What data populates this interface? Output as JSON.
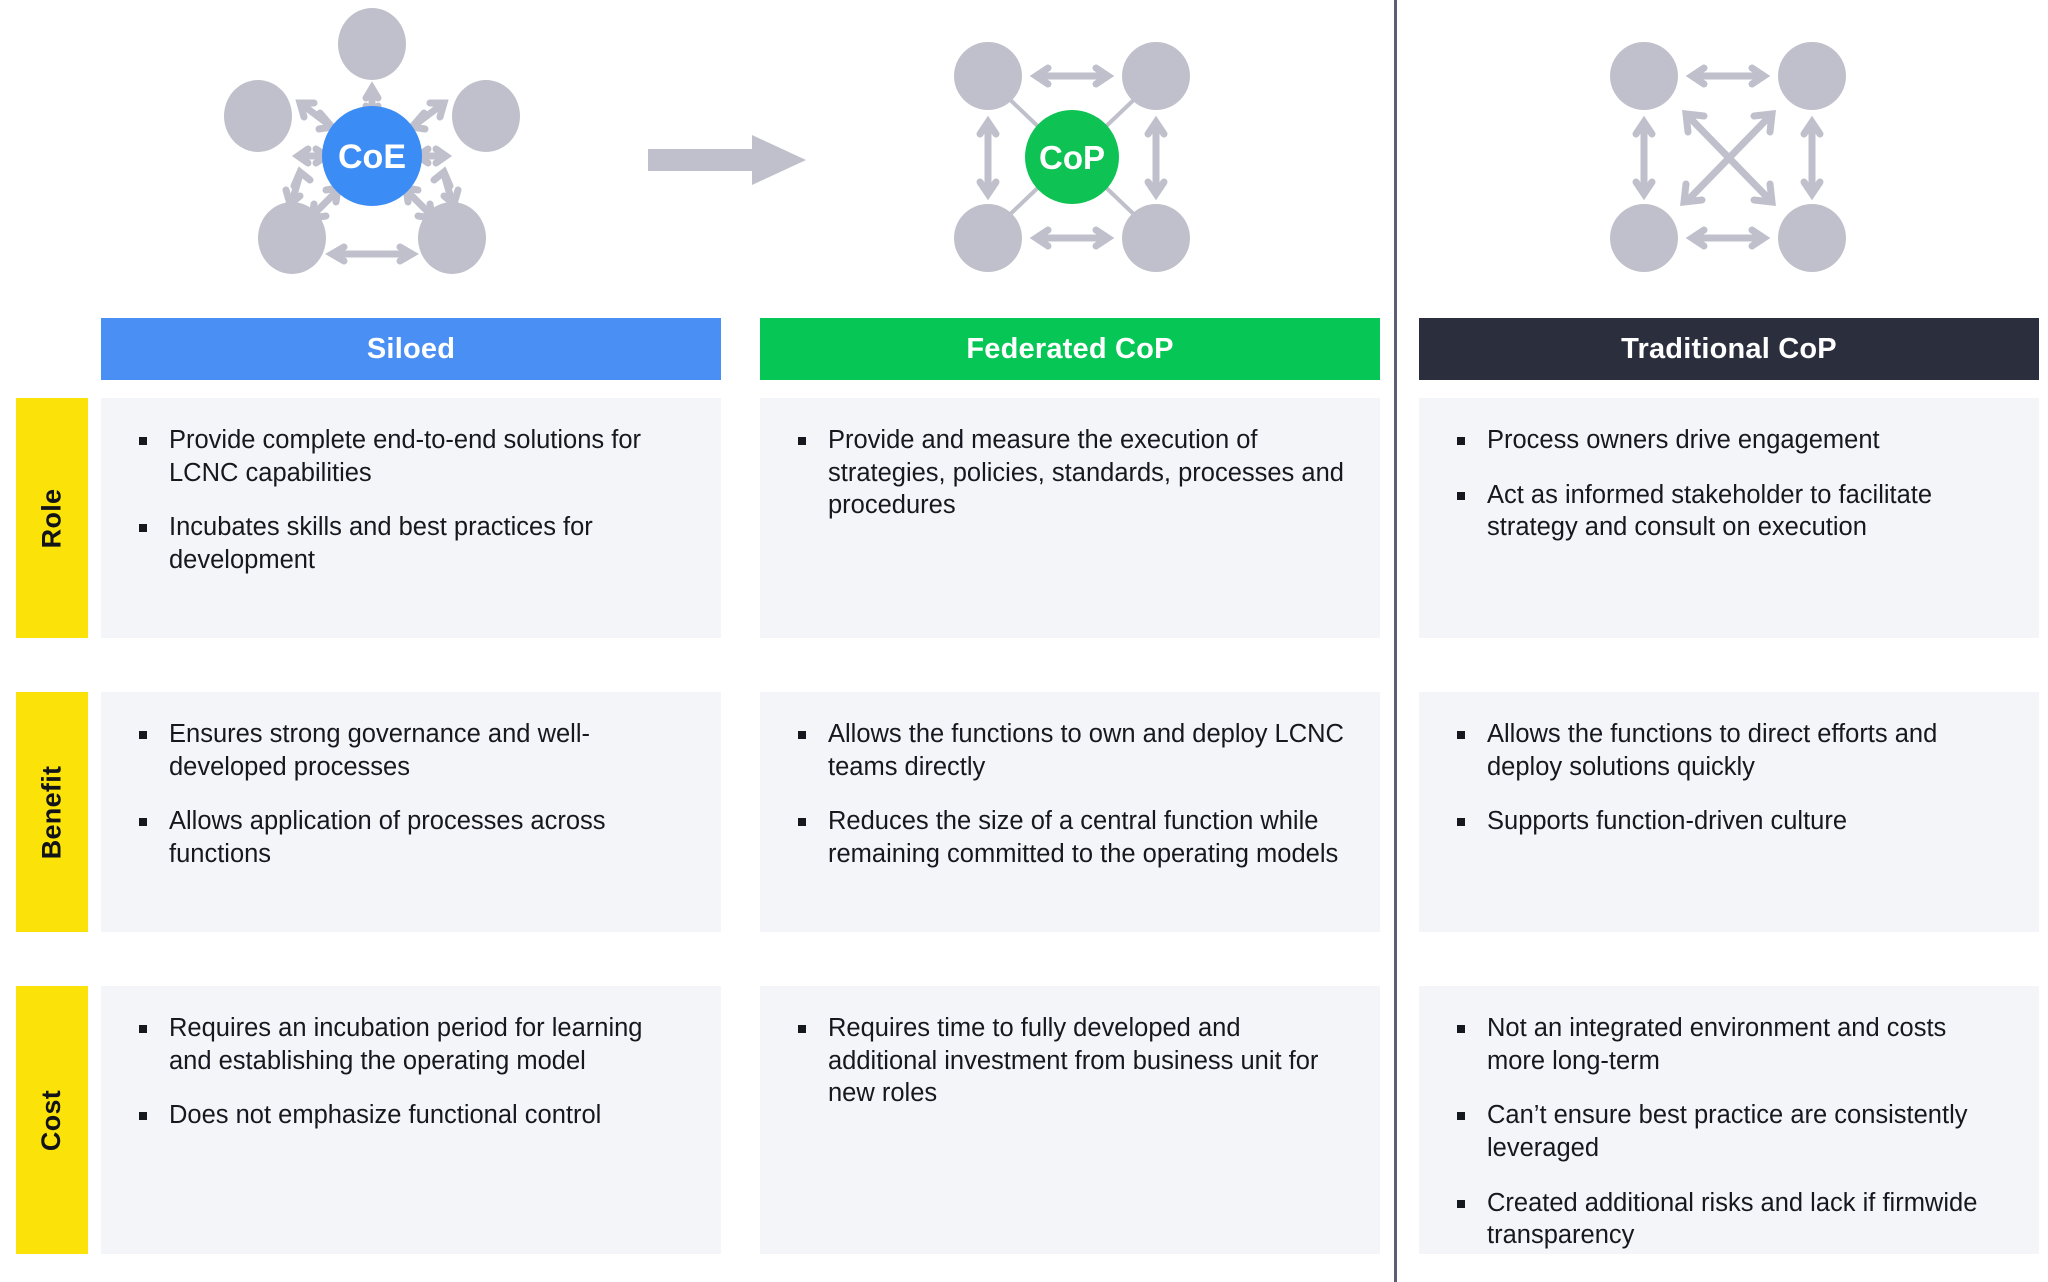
{
  "colors": {
    "siloed": "#4a90f4",
    "federated": "#06c755",
    "traditional": "#2b2e3d",
    "row_label": "#fbe309",
    "cell_bg": "#f4f5f9",
    "node": "#bfc0cb",
    "divider": "#5b5f73"
  },
  "diagrams": {
    "left": {
      "center_label": "CoE",
      "center_color": "#3b8cf5",
      "node_count": 5,
      "name": "coe-hub-spoke-diagram"
    },
    "transition_arrow": {
      "name": "transition-arrow",
      "color": "#bfc0cb"
    },
    "middle": {
      "center_label": "CoP",
      "center_color": "#0ec254",
      "node_count": 4,
      "name": "cop-federated-diagram"
    },
    "right": {
      "center_label": "",
      "node_count": 4,
      "name": "cop-traditional-mesh-diagram"
    }
  },
  "columns": [
    {
      "id": "siloed",
      "header": "Siloed"
    },
    {
      "id": "federated",
      "header": "Federated CoP"
    },
    {
      "id": "traditional",
      "header": "Traditional CoP"
    }
  ],
  "rows": [
    {
      "id": "role",
      "label": "Role"
    },
    {
      "id": "benefit",
      "label": "Benefit"
    },
    {
      "id": "cost",
      "label": "Cost"
    }
  ],
  "cells": {
    "role": {
      "siloed": [
        "Provide complete end-to-end solutions for LCNC capabilities",
        "Incubates skills and best practices for development"
      ],
      "federated": [
        "Provide and measure the execution of strategies, policies, standards, processes and procedures"
      ],
      "traditional": [
        "Process owners drive engagement",
        "Act as informed stakeholder to facilitate strategy and consult on execution"
      ]
    },
    "benefit": {
      "siloed": [
        "Ensures strong governance and well-developed processes",
        "Allows application of processes across functions"
      ],
      "federated": [
        "Allows the functions to own and deploy LCNC teams directly",
        "Reduces the size of a central function while remaining committed to the operating models"
      ],
      "traditional": [
        "Allows the functions to direct efforts and deploy solutions quickly",
        "Supports function-driven culture"
      ]
    },
    "cost": {
      "siloed": [
        "Requires an incubation period for learning and establishing the operating model",
        "Does not emphasize functional control"
      ],
      "federated": [
        "Requires time to fully developed and additional investment from business unit for new roles"
      ],
      "traditional": [
        "Not an integrated environment and costs more long-term",
        "Can’t ensure best practice are consistently leveraged",
        "Created additional risks and lack if firmwide transparency"
      ]
    }
  }
}
